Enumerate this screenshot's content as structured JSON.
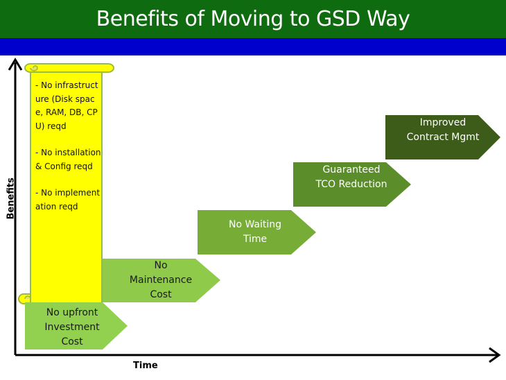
{
  "title": "Benefits of Moving to GSD Way",
  "axes": {
    "y_label": "Benefits",
    "x_label": "Time"
  },
  "scroll": {
    "items": [
      "- No infrastructure (Disk space, RAM, DB, CPU) reqd",
      "- No installation & Config reqd",
      "- No implementation reqd"
    ]
  },
  "steps": [
    {
      "label": "No upfront Investment Cost"
    },
    {
      "label": "No Maintenance Cost"
    },
    {
      "label": "No Waiting Time"
    },
    {
      "label": "Guaranteed TCO Reduction"
    },
    {
      "label": "Improved Contract Mgmt"
    }
  ],
  "colors": {
    "title_bar": "#0f6b0f",
    "band": "#0000cc",
    "scroll_fill": "#ffff00",
    "scroll_stroke": "#9bbb3b",
    "step_1": "#92d050",
    "step_2": "#8fca4b",
    "step_3": "#77ad37",
    "step_4": "#5b8e2a",
    "step_5": "#3d5c1a"
  }
}
